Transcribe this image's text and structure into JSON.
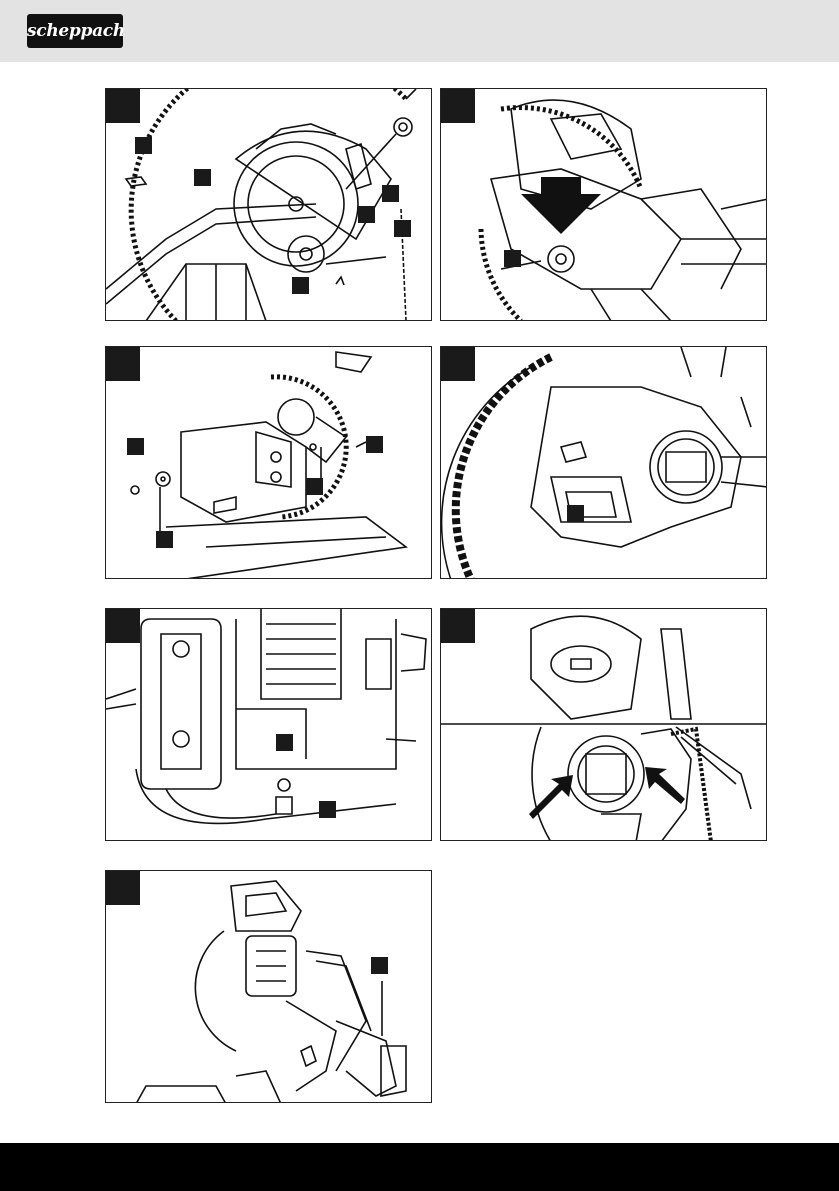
{
  "header": {
    "brand": "scheppach",
    "background_color": "#e3e3e3",
    "logo_color": "#111111"
  },
  "footer": {
    "background_color": "#000000"
  },
  "figures": [
    {
      "id": "figure-1",
      "callouts": 6,
      "arrows": 0
    },
    {
      "id": "figure-2",
      "callouts": 1,
      "arrows": 1
    },
    {
      "id": "figure-3",
      "callouts": 4,
      "arrows": 0
    },
    {
      "id": "figure-4",
      "callouts": 1,
      "arrows": 0
    },
    {
      "id": "figure-5",
      "callouts": 2,
      "arrows": 0
    },
    {
      "id": "figure-6",
      "callouts": 0,
      "arrows": 2
    },
    {
      "id": "figure-7",
      "callouts": 1,
      "arrows": 0
    }
  ]
}
